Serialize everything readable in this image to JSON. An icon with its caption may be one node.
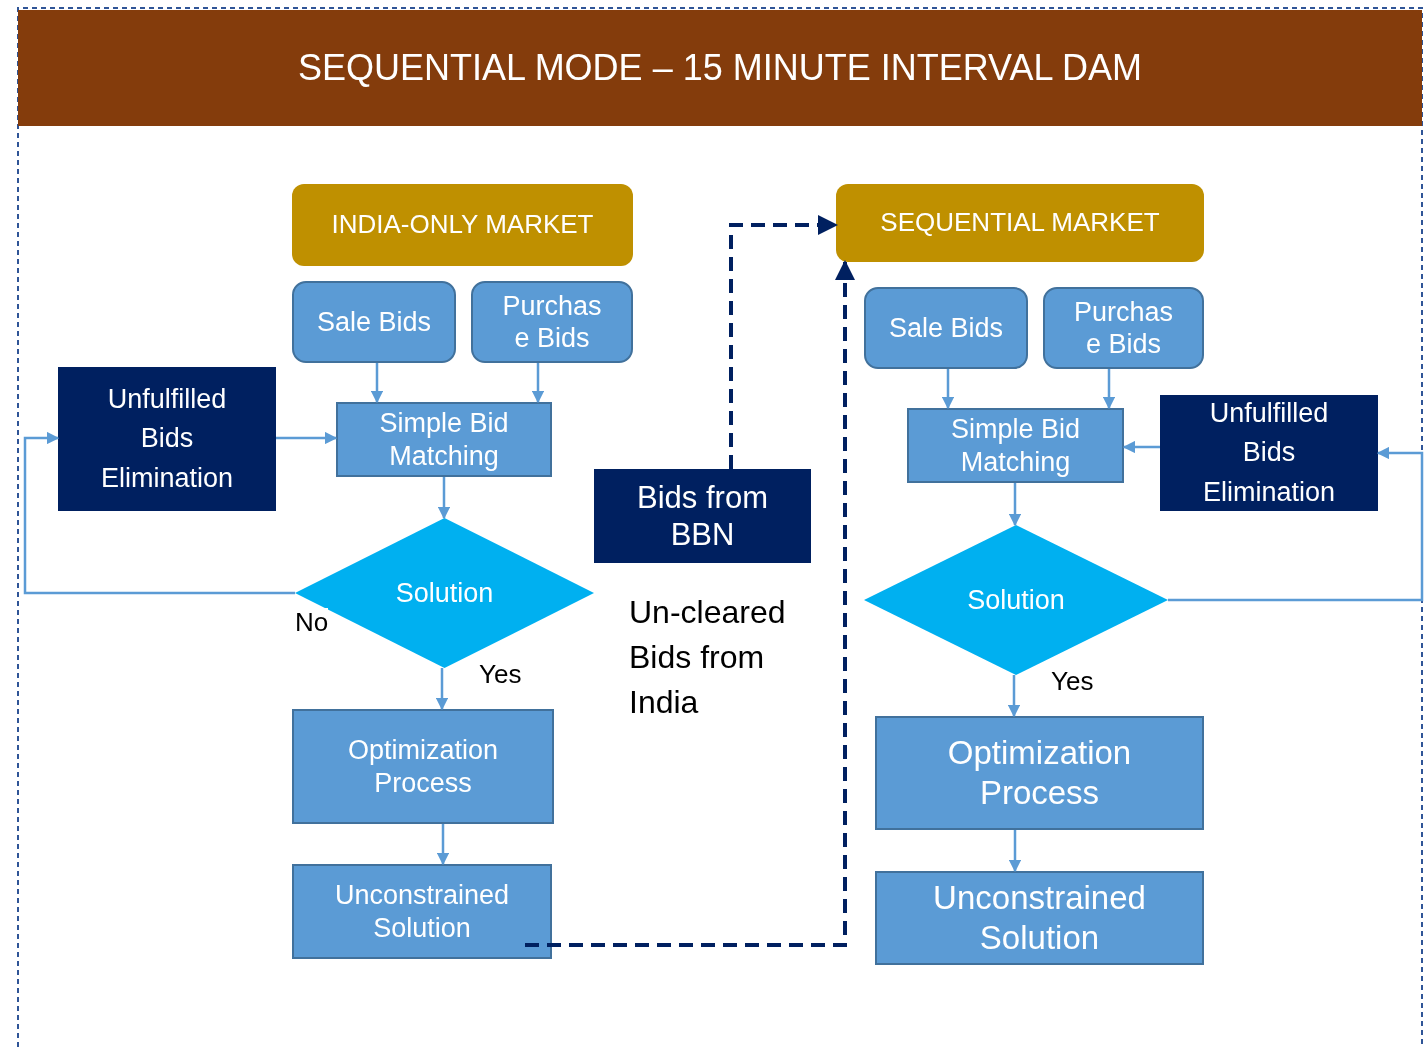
{
  "diagram": {
    "title": "SEQUENTIAL MODE – 15 MINUTE INTERVAL DAM",
    "nodes": [
      {
        "text": [
          "INDIA-ONLY MARKET"
        ]
      },
      {
        "text": [
          "Sale Bids"
        ]
      },
      {
        "text": [
          "Purchase Bids"
        ]
      },
      {
        "text": [
          "Unfulfilled Bids Elimination"
        ]
      },
      {
        "text": [
          "Simple Bid Matching"
        ]
      },
      {
        "text": [
          "Solution"
        ]
      },
      {
        "text": [
          "Optimization Process"
        ]
      },
      {
        "text": [
          "Unconstrained Solution"
        ]
      },
      {
        "text": [
          "Bids from BBN"
        ]
      },
      {
        "text": [
          "SEQUENTIAL MARKET"
        ]
      },
      {
        "text": [
          "Sale Bids"
        ]
      },
      {
        "text": [
          "Purchase Bids"
        ]
      },
      {
        "text": [
          "Simple Bid Matching"
        ]
      },
      {
        "text": [
          "Unfulfilled Bids Elimination"
        ]
      },
      {
        "text": [
          "Solution"
        ]
      },
      {
        "text": [
          "Optimization Process"
        ]
      },
      {
        "text": [
          "Unconstrained Solution"
        ]
      }
    ],
    "edges": [
      {
        "from": 1,
        "to": 4,
        "arrow": "to"
      },
      {
        "from": 2,
        "to": 4,
        "arrow": "to"
      },
      {
        "from": 3,
        "to": 4,
        "arrow": "to"
      },
      {
        "from": 4,
        "to": 5,
        "arrow": "to"
      },
      {
        "from": 5,
        "to": 3,
        "arrow": "to",
        "label": "No"
      },
      {
        "from": 5,
        "to": 6,
        "arrow": "to",
        "label": "Yes"
      },
      {
        "from": 6,
        "to": 7,
        "arrow": "to"
      },
      {
        "from": 7,
        "to": 9,
        "arrow": "to",
        "style": "dashed",
        "color": "#002060"
      },
      {
        "from": 8,
        "to": 9,
        "arrow": "to",
        "style": "dashed",
        "color": "#002060"
      },
      {
        "from": 10,
        "to": 12,
        "arrow": "to"
      },
      {
        "from": 11,
        "to": 12,
        "arrow": "to"
      },
      {
        "from": 13,
        "to": 12,
        "arrow": "to"
      },
      {
        "from": 12,
        "to": 14,
        "arrow": "to"
      },
      {
        "from": 14,
        "to": 13,
        "arrow": "to"
      },
      {
        "from": 14,
        "to": 15,
        "arrow": "to",
        "label": "Yes"
      },
      {
        "from": 15,
        "to": 16,
        "arrow": "to"
      }
    ],
    "labels": [
      "Un-cleared Bids from India"
    ]
  }
}
